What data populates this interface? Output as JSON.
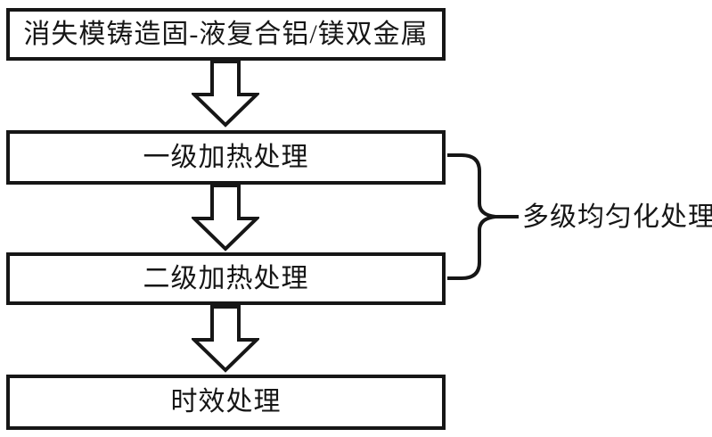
{
  "diagram": {
    "type": "flowchart",
    "background_color": "#ffffff",
    "stroke_color": "#161616",
    "boxes": [
      {
        "id": "process-step-1",
        "label": "消失模铸造固-液复合铝/镁双金属"
      },
      {
        "id": "process-step-2",
        "label": "一级加热处理"
      },
      {
        "id": "process-step-3",
        "label": "二级加热处理"
      },
      {
        "id": "process-step-4",
        "label": "时效处理"
      }
    ],
    "connectors": {
      "arrow_count": 3,
      "arrow_direction": "down",
      "arrow_style": "hollow-block-arrow"
    },
    "brace": {
      "label": "多级均匀化处理",
      "spans": [
        "process-step-2",
        "process-step-3"
      ],
      "side": "right"
    }
  }
}
